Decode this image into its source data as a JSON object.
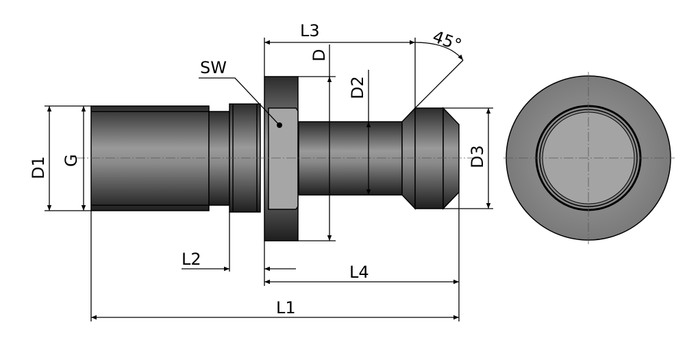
{
  "labels": {
    "L3": "L3",
    "angle": "45°",
    "D": "D",
    "SW": "SW",
    "D2": "D2",
    "D1": "D1",
    "G": "G",
    "D3": "D3",
    "L2": "L2",
    "L4": "L4",
    "L1": "L1"
  },
  "colors": {
    "body_dark": "#2a2a2a",
    "body_light": "#a8a8a8",
    "hex_face": "#a6a6a6"
  }
}
